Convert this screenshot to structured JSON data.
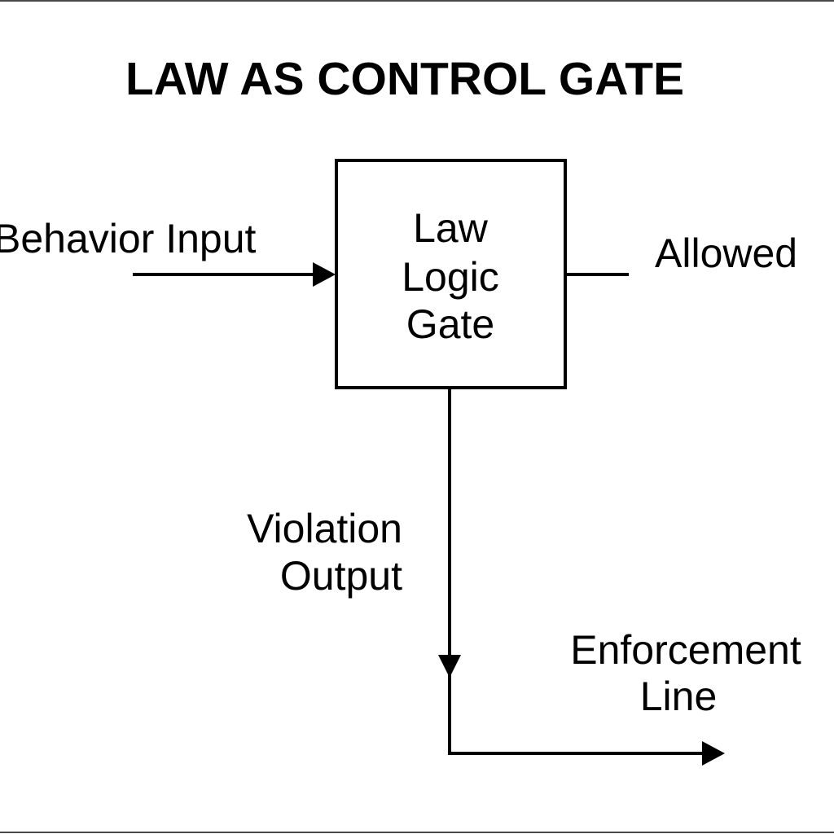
{
  "title": "LAW AS CONTROL GATE",
  "gate": {
    "lines": [
      "Law",
      "Logic",
      "Gate"
    ]
  },
  "input_label": "Behavior Input",
  "allowed_label": "Allowed",
  "violation_label": {
    "lines": [
      "Violation",
      "Output"
    ]
  },
  "enforcement_label": {
    "lines": [
      "Enforcement",
      "Line"
    ]
  },
  "colors": {
    "stroke": "#000000",
    "background": "#ffffff",
    "frame": "#4a4a4a"
  }
}
